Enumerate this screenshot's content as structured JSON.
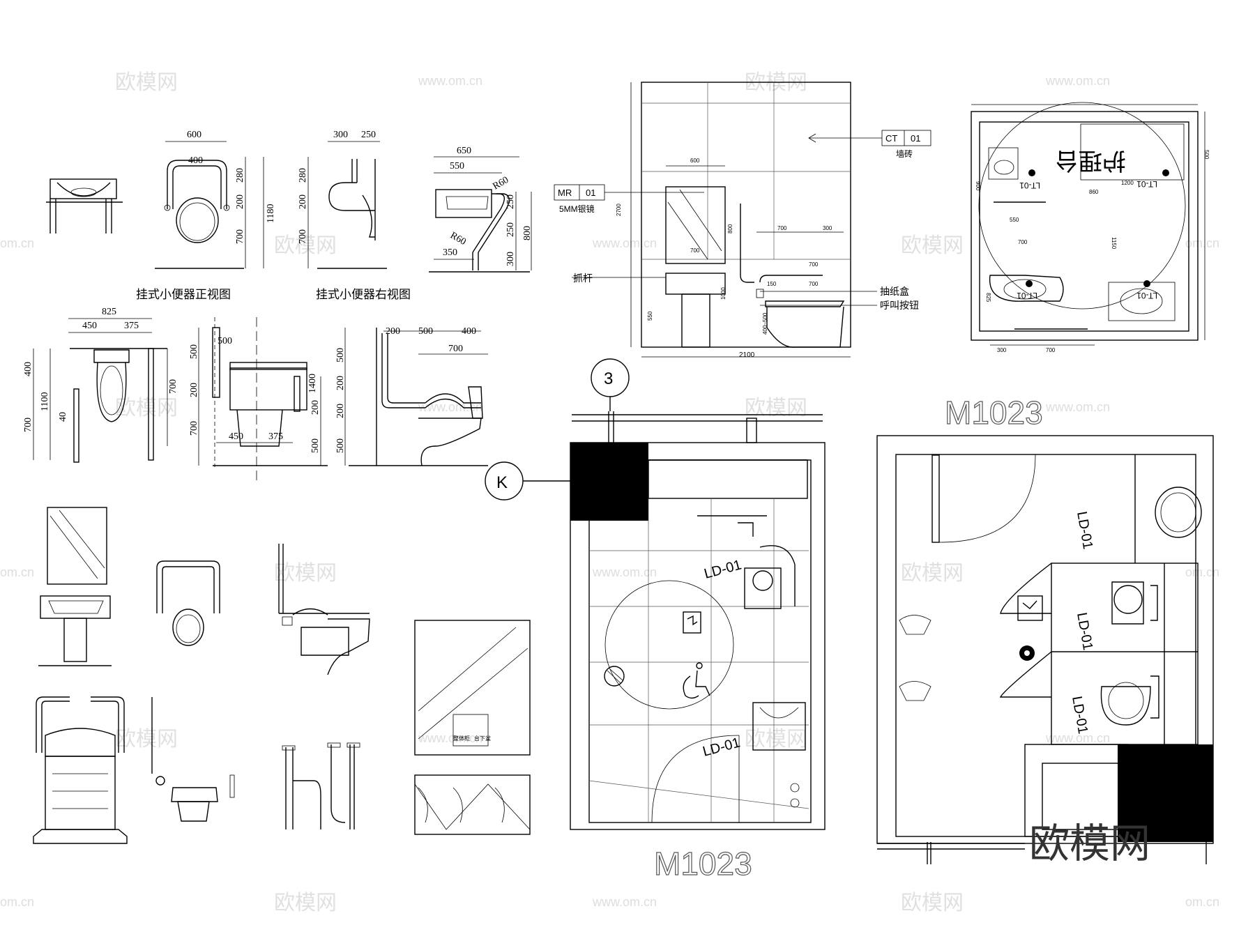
{
  "watermark": {
    "cn": "欧模网",
    "url": "www.om.cn",
    "url_short": "om.cn"
  },
  "brand_logo": "欧模网",
  "captions": {
    "urinal_front": "挂式小便器正视图",
    "urinal_side": "挂式小便器右视图"
  },
  "dims": {
    "u600": "600",
    "u400": "400",
    "u280": "280",
    "u200": "200",
    "u700": "700",
    "u1180": "1180",
    "s300": "300",
    "s250": "250",
    "b650": "650",
    "b550": "550",
    "bR60a": "R60",
    "bR60b": "R60",
    "b350": "350",
    "b250a": "250",
    "b250b": "250",
    "b300": "300",
    "b800": "800",
    "t825": "825",
    "t450": "450",
    "t375": "375",
    "t400": "400",
    "t1100": "1100",
    "t700": "700",
    "t40": "40",
    "t700r": "700",
    "e500": "500",
    "e200": "200",
    "e700": "700",
    "e450": "450",
    "e375": "375",
    "e200b": "200",
    "e500b": "500",
    "f200": "200",
    "f500": "500",
    "f400": "400",
    "f700": "700",
    "f1400": "1400",
    "f500a": "500",
    "f200a": "200",
    "f200b": "200",
    "f500b": "500"
  },
  "elevation": {
    "ct_code": "CT",
    "ct_num": "01",
    "ct_label": "墙砖",
    "mr_code": "MR",
    "mr_num": "01",
    "mr_label": "5MM银镜",
    "grab_label": "抓杆",
    "tissue_label": "抽纸盒",
    "call_label": "呼叫按钮",
    "w2100": "2100",
    "h2700": "2700",
    "w600": "600",
    "w700": "700",
    "w300": "300",
    "h800": "800",
    "h550": "550",
    "h400_500": "400~500",
    "h1000": "1000",
    "w150": "150"
  },
  "plan_top": {
    "lt_label": "LT-01",
    "mirror_text": "护理台",
    "d1200": "1200",
    "d860": "860",
    "d1150": "1150",
    "d700": "700",
    "d550": "550",
    "d300": "300",
    "d900": "900",
    "d500": "500",
    "d825": "825"
  },
  "plan_left": {
    "grid_num": "3",
    "grid_letter": "K",
    "ld1": "LD-01",
    "ld2": "LD-01",
    "door": "M1023"
  },
  "plan_right": {
    "door": "M1023",
    "ld1": "LD-01",
    "ld2": "LD-01",
    "ld3": "LD-01"
  },
  "small_panel": {
    "t1": "整体柜",
    "t2": "台下盆"
  }
}
